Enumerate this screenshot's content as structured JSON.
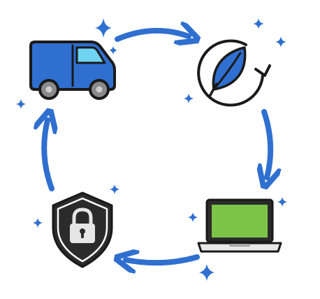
{
  "diagram": {
    "nodes": [
      {
        "id": "delivery-van",
        "icon": "van-icon",
        "colors": {
          "body": "#2F6FD0",
          "window": "#6FD3F2",
          "wheel": "#8A8A8A"
        }
      },
      {
        "id": "eco-refresh",
        "icon": "leaf-refresh-icon",
        "colors": {
          "leaf": "#2F6FD0"
        }
      },
      {
        "id": "laptop",
        "icon": "laptop-icon",
        "colors": {
          "screen": "#7CC447",
          "body": "#E8E8E8"
        }
      },
      {
        "id": "security-shield",
        "icon": "shield-lock-icon",
        "colors": {
          "shield": "#2B2B2B",
          "lock": "#E6E6E6"
        }
      }
    ],
    "flow": [
      "delivery-van",
      "eco-refresh",
      "laptop",
      "security-shield"
    ],
    "direction": "clockwise"
  },
  "colors": {
    "arrow": "#2F6FD0",
    "sparkle": "#2F6FD0",
    "outline": "#1A1A1A",
    "background": "#FFFFFF"
  }
}
